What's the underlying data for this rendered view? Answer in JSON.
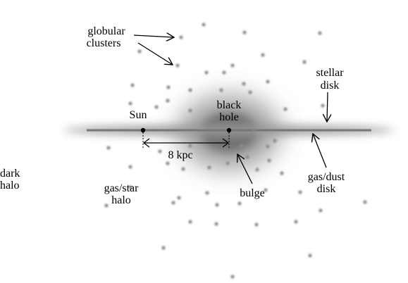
{
  "labels": {
    "globular": "globular",
    "clusters": "clusters",
    "stellar": "stellar",
    "disk": "disk",
    "black": "black",
    "hole": "hole",
    "sun": "Sun",
    "scale": "8 kpc",
    "dark": "dark",
    "halo": "halo",
    "gas_star": "gas/star",
    "star_halo": "halo",
    "bulge": "bulge",
    "gas_dust": "gas/dust",
    "dust_disk": "disk"
  },
  "colors": {
    "disk_line": "#777777",
    "cluster": "#8c8c8c",
    "ink": "#000000"
  }
}
